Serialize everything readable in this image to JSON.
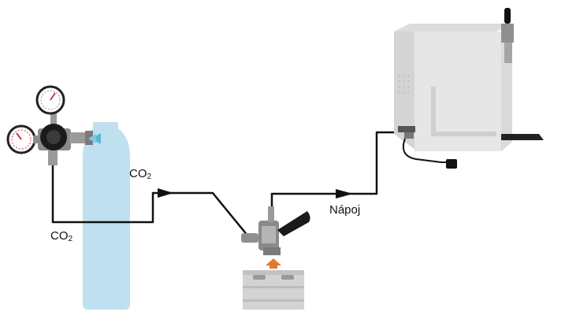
{
  "labels": {
    "co2_upper_main": "CO",
    "co2_upper_sub": "2",
    "co2_lower_main": "CO",
    "co2_lower_sub": "2",
    "beverage": "Nápoj"
  },
  "colors": {
    "cylinder": "#bfe0ef",
    "line": "#111111",
    "cooler_body": "#e6e6e6",
    "cooler_side": "#d4d4d4",
    "keg": "#d3d3d3",
    "co2_arrow": "#55b8dd",
    "beer_arrow": "#e07a2e"
  }
}
